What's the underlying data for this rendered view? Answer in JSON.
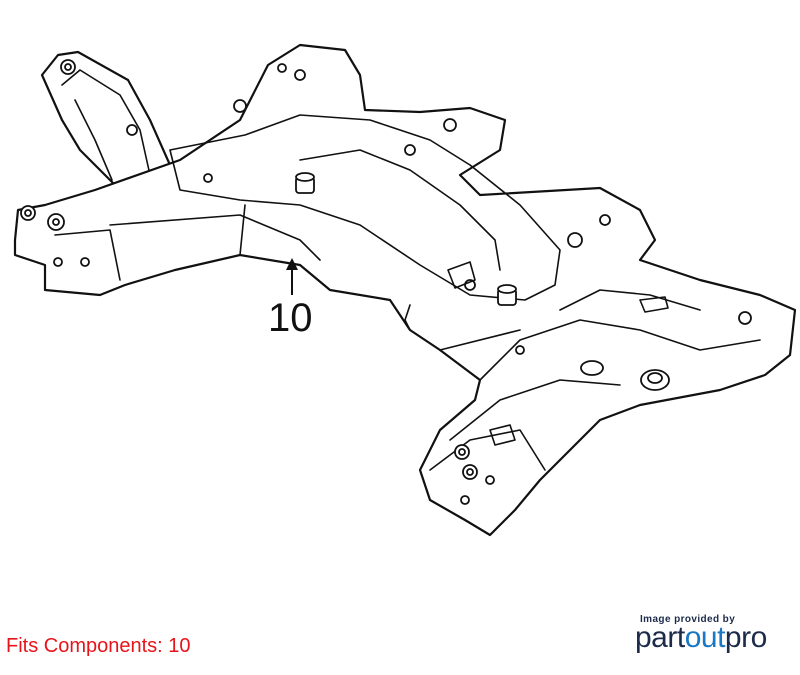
{
  "callout": {
    "number": "10"
  },
  "footer": {
    "fits_label": "Fits Components: 10",
    "credit_text": "Image provided by",
    "brand_part": "part",
    "brand_out": "out",
    "brand_pro": "pro"
  },
  "colors": {
    "fits_text": "#e8141b",
    "brand_dark": "#1c2b4a",
    "brand_blue": "#1a78c2",
    "line": "#111111"
  }
}
